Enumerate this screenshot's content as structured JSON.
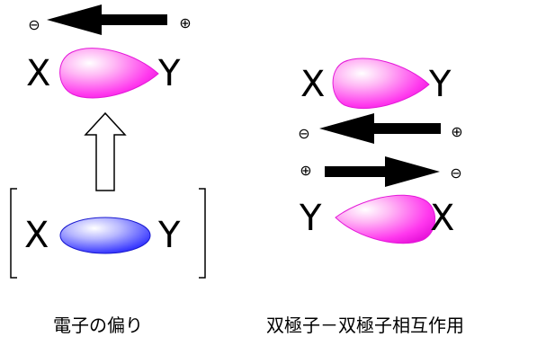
{
  "left_panel": {
    "dipole_negative_symbol": "⊖",
    "dipole_positive_symbol": "⊕",
    "polarized_molecule": {
      "left_atom": "X",
      "right_atom": "Y"
    },
    "nonpolar_molecule": {
      "left_atom": "X",
      "right_atom": "Y"
    },
    "caption": "電子の偏り"
  },
  "right_panel": {
    "top_molecule": {
      "left_atom": "X",
      "right_atom": "Y"
    },
    "top_dipole": {
      "negative_symbol": "⊖",
      "positive_symbol": "⊕"
    },
    "bottom_dipole": {
      "positive_symbol": "⊕",
      "negative_symbol": "⊖"
    },
    "bottom_molecule": {
      "left_atom": "Y",
      "right_atom": "X"
    },
    "caption": "双極子－双極子相互作用"
  },
  "colors": {
    "electron_cloud_polar": "#ff33ee",
    "electron_cloud_nonpolar": "#3333ff",
    "arrow": "#000000"
  }
}
